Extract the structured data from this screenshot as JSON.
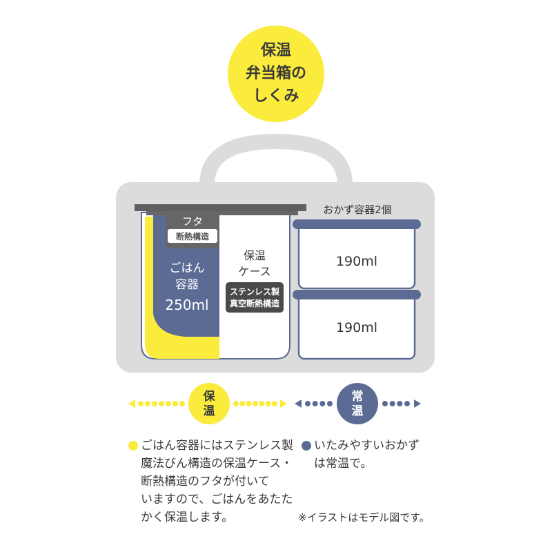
{
  "title": {
    "lines": [
      "保温",
      "弁当箱の",
      "しくみ"
    ],
    "badge_color": "#fbeb3c"
  },
  "lid": {
    "lines": [
      "フタ",
      "断熱構造"
    ]
  },
  "rice_container": {
    "lines": [
      "ごはん",
      "容器",
      "250ml"
    ]
  },
  "insulated_case": {
    "lines": [
      "保温",
      "ケース"
    ],
    "badge_lines": [
      "ステンレス製",
      "真空断熱構造"
    ]
  },
  "side_containers": {
    "header": "おかず容器2個",
    "items": [
      {
        "volume": "190ml"
      },
      {
        "volume": "190ml"
      }
    ]
  },
  "legend": {
    "warm": {
      "lines": [
        "保",
        "温"
      ],
      "color": "#fbeb3c"
    },
    "room": {
      "lines": [
        "常",
        "温"
      ],
      "color": "#5b6b93"
    }
  },
  "notes": {
    "left": {
      "lines": [
        "ごはん容器にはステンレス製",
        "魔法びん構造の保温ケース・",
        "断熱構造のフタが付いて",
        "いますので、ごはんをあたた",
        "かく保温します。"
      ],
      "bullet_color": "#fbeb3c"
    },
    "right": {
      "lines": [
        "いたみやすいおかず",
        "は常温で。"
      ],
      "bullet_color": "#5b6b93"
    },
    "disclaimer": "※イラストはモデル図です。"
  },
  "colors": {
    "bag_gray": "#dcdcdc",
    "lid_dark": "#666666",
    "container_blue": "#5b6b93",
    "yellow": "#fbeb3c",
    "case_white": "#ffffff"
  }
}
